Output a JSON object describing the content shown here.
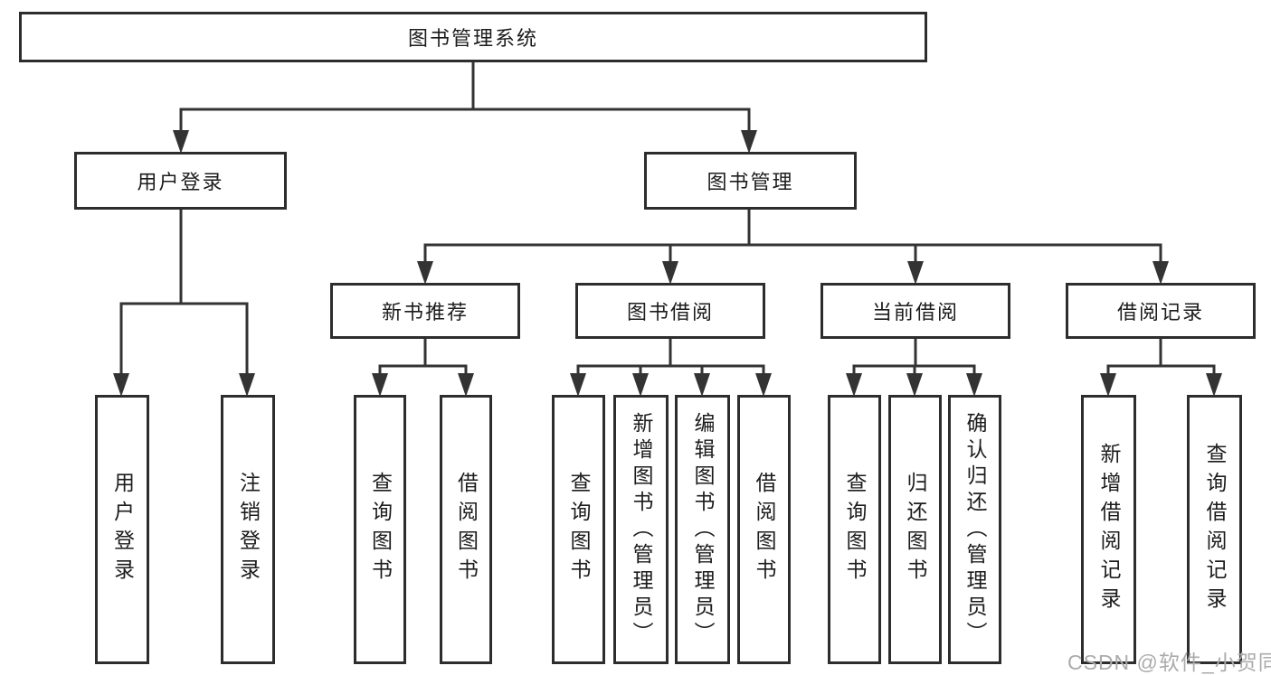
{
  "diagram": {
    "root": "图书管理系统",
    "login": {
      "label": "用户登录",
      "children": [
        "用户登录",
        "注销登录"
      ]
    },
    "management": {
      "label": "图书管理",
      "sections": [
        {
          "label": "新书推荐",
          "children": [
            "查询图书",
            "借阅图书"
          ]
        },
        {
          "label": "图书借阅",
          "children": [
            "查询图书",
            "新增图书（管理员）",
            "编辑图书（管理员）",
            "借阅图书"
          ]
        },
        {
          "label": "当前借阅",
          "children": [
            "查询图书",
            "归还图书",
            "确认归还（管理员）"
          ]
        },
        {
          "label": "借阅记录",
          "children": [
            "新增借阅记录",
            "查询借阅记录"
          ]
        }
      ]
    }
  },
  "watermark": "CSDN @软件_小贺同学",
  "colors": {
    "line": "#333333",
    "border": "#2d2d2d",
    "text": "#1c1c1c",
    "watermark": "#ababab",
    "background": "#ffffff"
  }
}
